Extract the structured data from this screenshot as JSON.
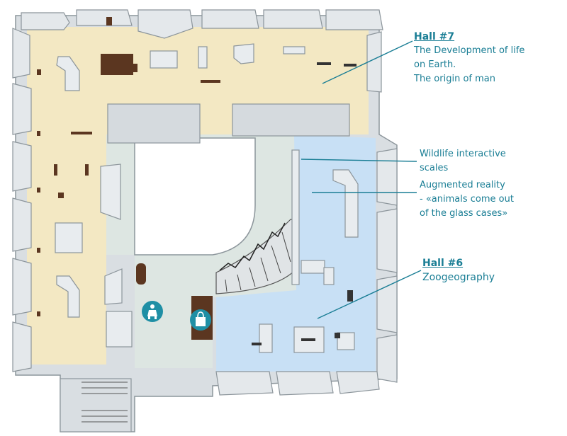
{
  "colors": {
    "hall7_floor": "#f3e8c3",
    "hall6_floor": "#c8e0f5",
    "corridor_floor": "#dde6e2",
    "wall": "#d9dee2",
    "wall_edge": "#8c959b",
    "furniture_dark": "#5b3620",
    "label": "#1a7e95",
    "icon_badge": "#1f8fa5"
  },
  "labels": {
    "hall7": {
      "title": "Hall #7",
      "lines": [
        "The Development of life",
        "on Earth.",
        "The origin of man"
      ]
    },
    "wildlife": {
      "lines": [
        "Wildlife interactive",
        "scales"
      ]
    },
    "ar": {
      "lines": [
        "Augmented reality",
        "- «animals come out",
        "of the glass cases»"
      ]
    },
    "hall6": {
      "title": "Hall #6",
      "lines": [
        "Zoogeography"
      ]
    }
  },
  "icons": {
    "restroom": "restroom-icon",
    "shop": "shopping-bag-icon"
  }
}
